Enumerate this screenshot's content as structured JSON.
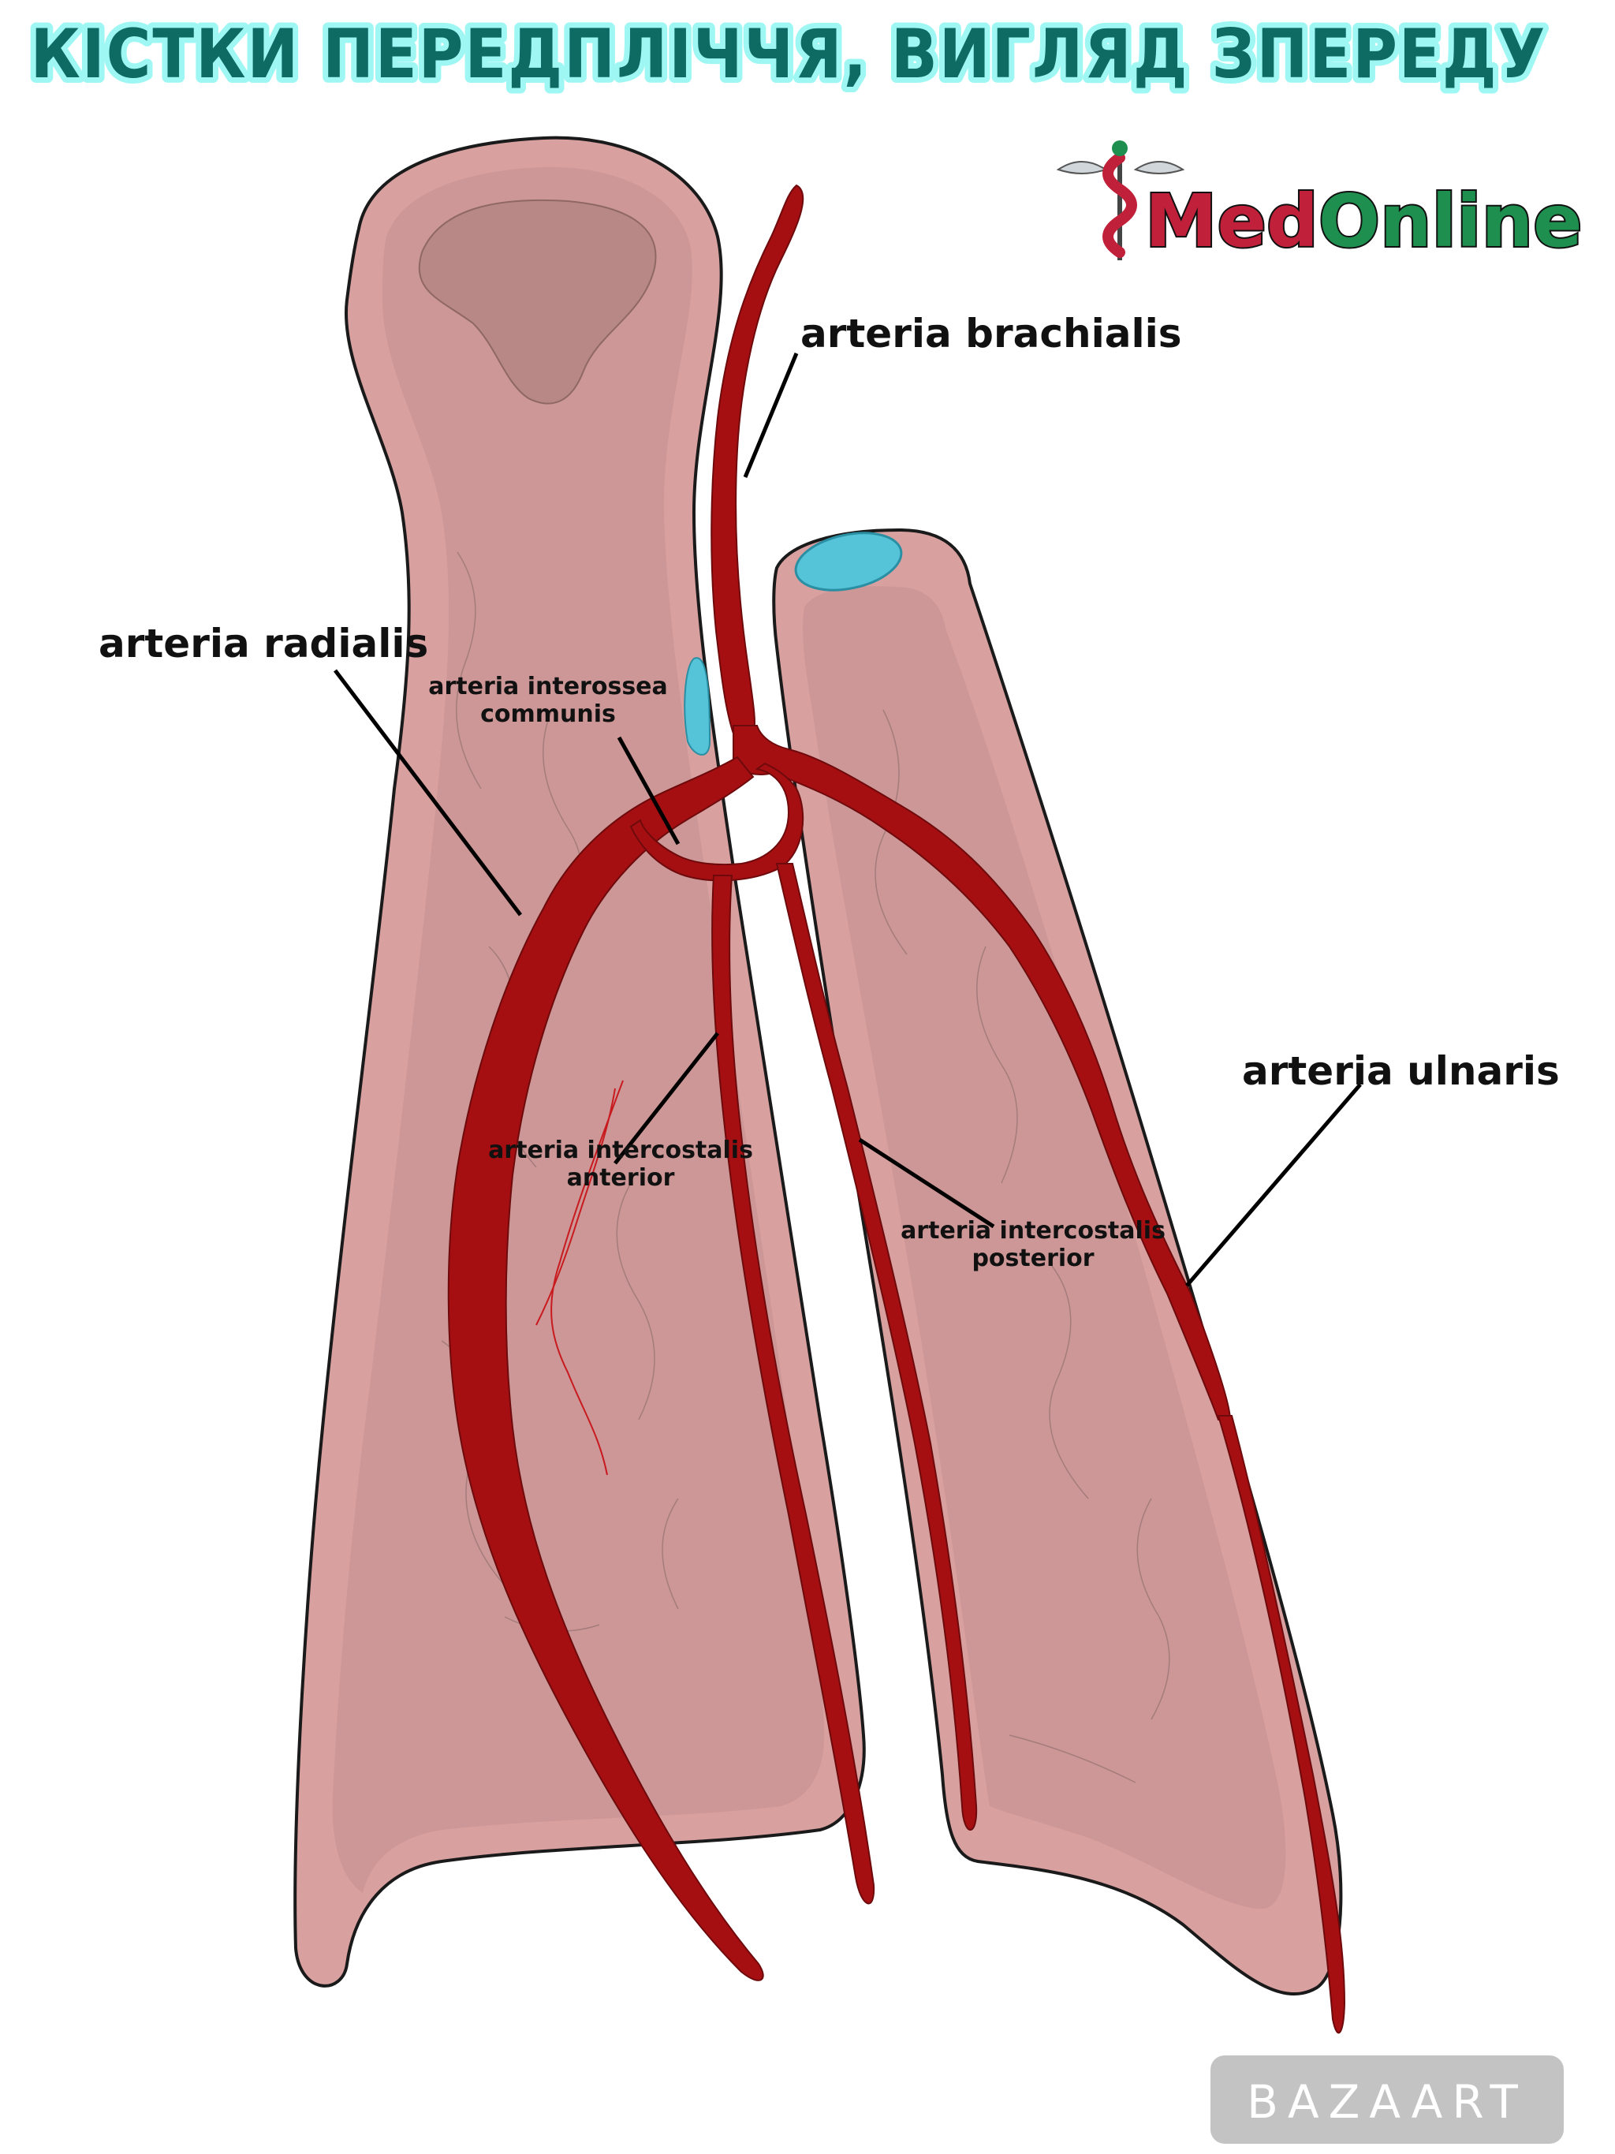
{
  "title": "КІСТКИ ПЕРЕДПЛІЧЧЯ, ВИГЛЯД ЗПЕРЕДУ",
  "logo": {
    "part1": "Med",
    "part2": "Online",
    "icon": "caduceus-icon"
  },
  "labels": {
    "brachialis": "arteria brachialis",
    "radialis": "arteria radialis",
    "interossea_line1": "arteria interossea",
    "interossea_line2": "communis",
    "intercostalis_anterior_line1": "arteria intercostalis",
    "intercostalis_anterior_line2": "anterior",
    "intercostalis_posterior_line1": "arteria intercostalis",
    "intercostalis_posterior_line2": "posterior",
    "ulnaris": "arteria ulnaris"
  },
  "watermark": "BAZAART",
  "colors": {
    "bone": "#d9a0a0",
    "bone_inner": "#c99594",
    "artery": "#a60f12",
    "cartilage": "#55c4d8",
    "title": "#0d6b63",
    "title_glow": "#7ff5ef"
  }
}
